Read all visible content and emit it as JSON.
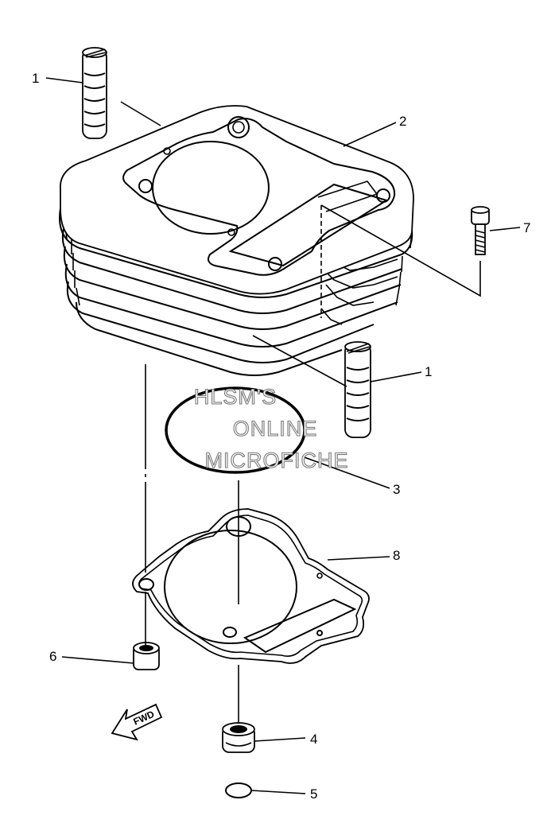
{
  "callouts": {
    "c1a": "1",
    "c2": "2",
    "c7": "7",
    "c1b": "1",
    "c3": "3",
    "c8": "8",
    "c6": "6",
    "c4": "4",
    "c5": "5"
  },
  "watermark": {
    "line1": "HLSM'S",
    "line2": "ONLINE",
    "line3": "MICROFICHE"
  },
  "fwd_arrow": {
    "label": "FWD"
  },
  "colors": {
    "line": "#000000",
    "watermark_outline": "#7a7a7a",
    "background": "#ffffff"
  }
}
